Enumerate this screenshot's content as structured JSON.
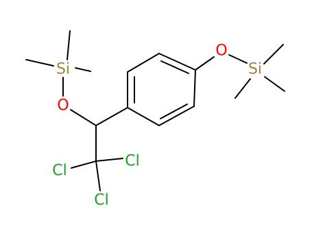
{
  "atoms": {
    "si_left": {
      "label": "Si",
      "color": "#A0823C"
    },
    "o_left": {
      "label": "O",
      "color": "#FF0000"
    },
    "o_right": {
      "label": "O",
      "color": "#FF0000"
    },
    "si_right": {
      "label": "Si",
      "color": "#A0823C"
    },
    "cl_right": {
      "label": "Cl",
      "color": "#1FA01F"
    },
    "cl_left": {
      "label": "Cl",
      "color": "#1FA01F"
    },
    "cl_bottom": {
      "label": "Cl",
      "color": "#1FA01F"
    }
  }
}
